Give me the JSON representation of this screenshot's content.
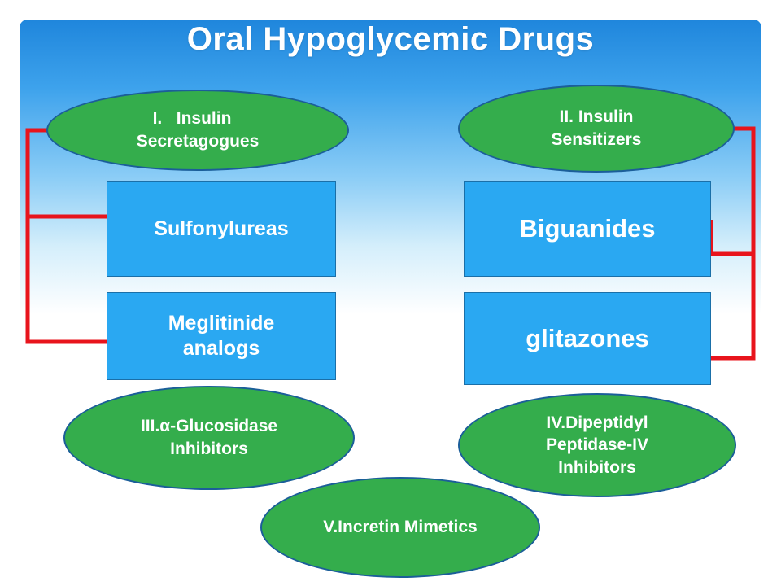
{
  "title": "Oral Hypoglycemic Drugs",
  "colors": {
    "oval_fill": "#34ad4c",
    "oval_border": "#1b5e99",
    "box_fill": "#2aa8f2",
    "connector": "#e8141c",
    "title_text": "#ffffff"
  },
  "groups": {
    "insulin_secretagogues": {
      "line1": "I.   Insulin",
      "line2": "Secretagogues"
    },
    "insulin_sensitizers": {
      "line1": "II. Insulin",
      "line2": "Sensitizers"
    },
    "glucosidase_inhibitors": {
      "line1": "III.α-Glucosidase",
      "line2": "Inhibitors"
    },
    "dpp4_inhibitors": {
      "line1": "IV.Dipeptidyl",
      "line2": "Peptidase-IV",
      "line3": "Inhibitors"
    },
    "incretin_mimetics": {
      "line1": "V.Incretin Mimetics"
    }
  },
  "drugs": {
    "sulfonylureas": {
      "label": "Sulfonylureas"
    },
    "meglitinide": {
      "line1": "Meglitinide",
      "line2": "analogs"
    },
    "biguanides": {
      "label": "Biguanides"
    },
    "glitazones": {
      "label": "glitazones"
    }
  }
}
